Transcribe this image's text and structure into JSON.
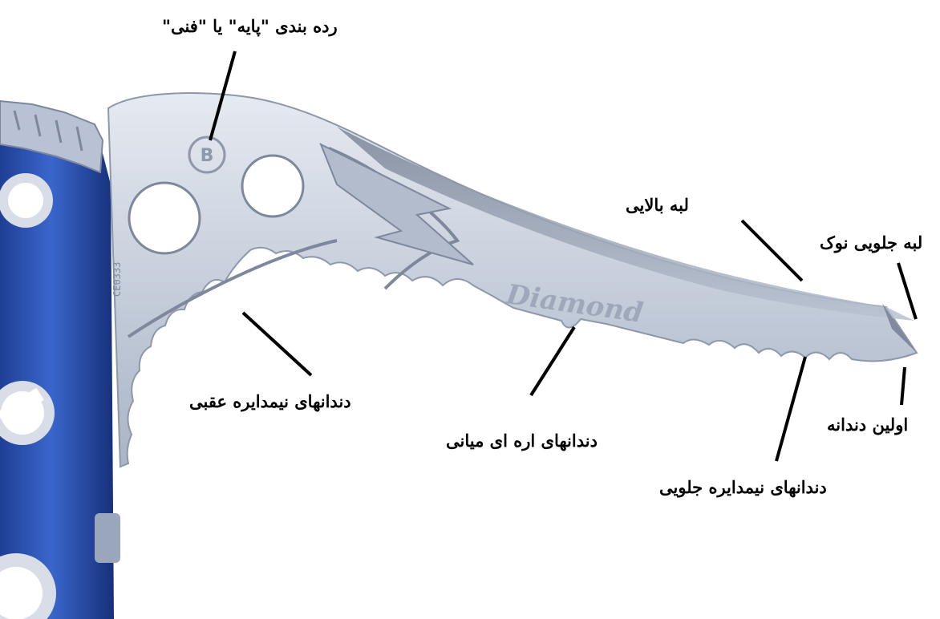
{
  "labels": {
    "grade_rating": "رده بندی \"پایه\" یا \"فنی\"",
    "top_edge": "لبه بالایی",
    "tip_front_edge": "لبه جلویی نوک",
    "first_tooth": "اولین دندانه",
    "front_semicircular_teeth": "دندانهای نیمدایره جلویی",
    "middle_saw_teeth": "دندانهای اره ای میانی",
    "rear_semicircular_teeth": "دندانهای نیمدایره عقبی"
  },
  "artwork": {
    "b_emblem": "B",
    "brand_text": "Diamond",
    "serial_text": "CE0333"
  },
  "colors": {
    "shaft_blue": "#2f56b8",
    "pick_silver": "#c9d0dc",
    "label_text": "#000000"
  }
}
